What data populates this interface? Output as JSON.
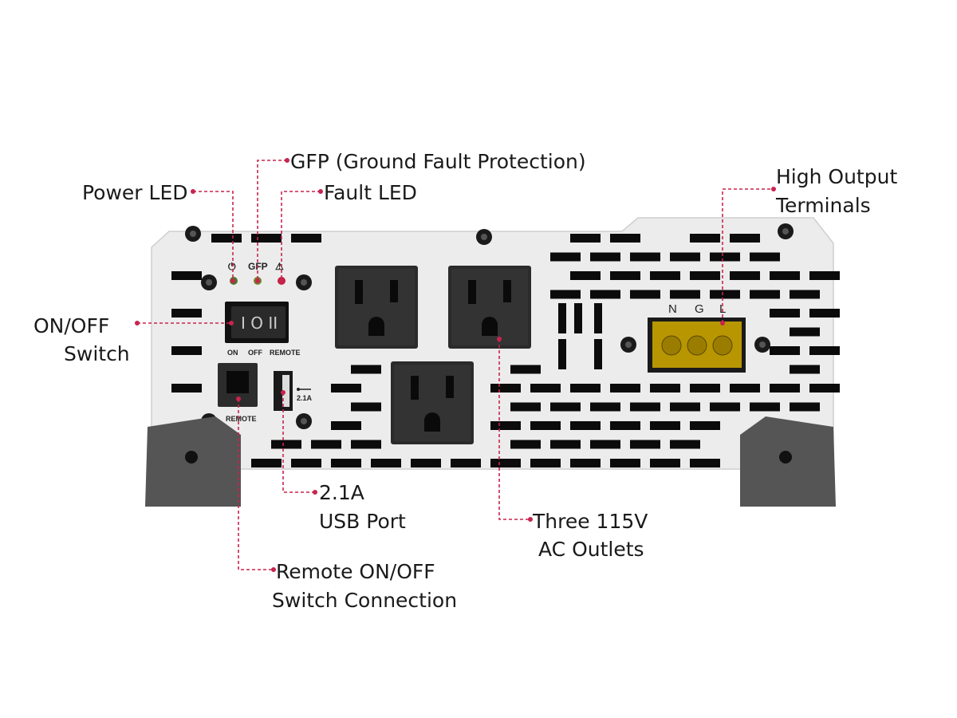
{
  "colors": {
    "callout": "#c8244e",
    "panel": "#ececec",
    "slot": "#0b0b0b",
    "outlet": "#2b2b2b",
    "terminal": "#c9a400",
    "foot": "#555555"
  },
  "panel_markings": {
    "power_symbol": "⏻",
    "gfp": "GFP",
    "fault_symbol": "⚠",
    "switch_symbols": "I O II",
    "switch_on": "ON",
    "switch_off": "OFF",
    "switch_remote": "REMOTE",
    "jack_label": "REMOTE",
    "usb_symbol": "usb-icon",
    "usb_rating": "2.1A",
    "terminal_n": "N",
    "terminal_g": "G",
    "terminal_l": "L"
  },
  "callouts": {
    "power_led": "Power LED",
    "gfp": "GFP (Ground Fault Protection)",
    "fault_led": "Fault LED",
    "onoff_line1": "ON/OFF",
    "onoff_line2": "Switch",
    "remote_line1": "Remote ON/OFF",
    "remote_line2": "Switch Connection",
    "usb_line1": "2.1A",
    "usb_line2": "USB Port",
    "outlets_line1": "Three 115V",
    "outlets_line2": "AC Outlets",
    "terminals_line1": "High Output",
    "terminals_line2": "Terminals"
  }
}
